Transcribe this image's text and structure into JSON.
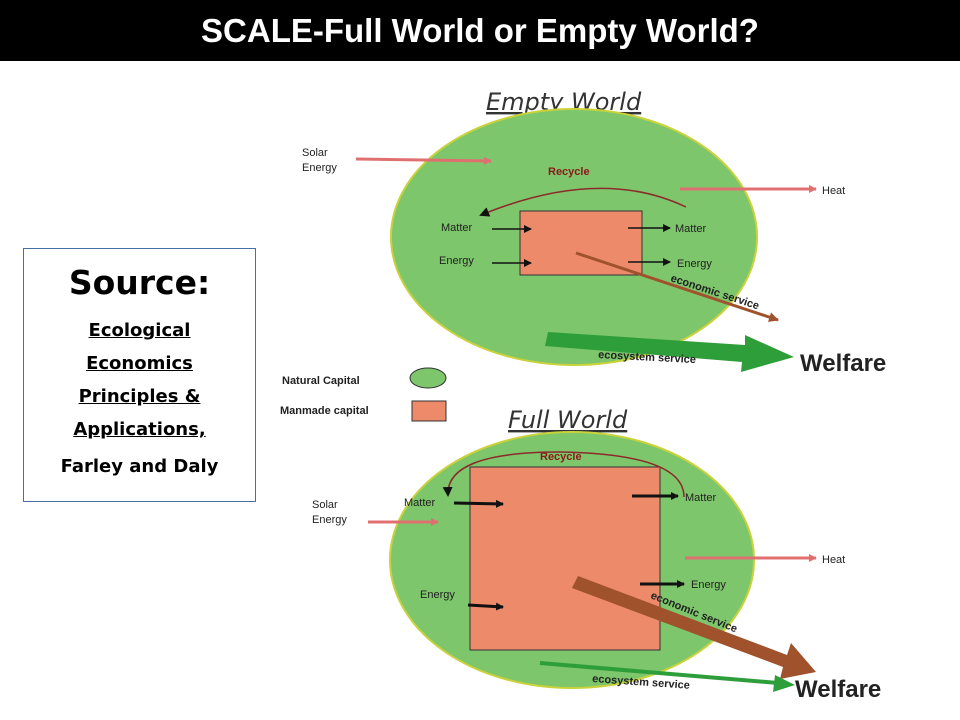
{
  "header": {
    "title": "SCALE-Full World or Empty World?"
  },
  "source": {
    "heading": "Source:",
    "book_lines": [
      "Ecological",
      "Economics",
      "Principles &",
      "Applications,"
    ],
    "authors": "Farley and Daly"
  },
  "empty_world": {
    "title": "Empty World",
    "solar_energy": [
      "Solar",
      "Energy"
    ],
    "recycle": "Recycle",
    "heat": "Heat",
    "matter_in": "Matter",
    "energy_in": "Energy",
    "matter_out": "Matter",
    "energy_out": "Energy",
    "economic_service": "economic service",
    "ecosystem_service": "ecosystem service",
    "welfare": "Welfare"
  },
  "legend": {
    "natural_capital": "Natural Capital",
    "manmade_capital": "Manmade capital"
  },
  "full_world": {
    "title": "Full World",
    "solar_energy": [
      "Solar",
      "Energy"
    ],
    "recycle": "Recycle",
    "heat": "Heat",
    "matter_in": "Matter",
    "energy_in": "Energy",
    "matter_out": "Matter",
    "energy_out": "Energy",
    "economic_service": "economic service",
    "ecosystem_service": "ecosystem service",
    "welfare": "Welfare"
  },
  "colors": {
    "natural_capital_fill": "#7dc66b",
    "manmade_capital_fill": "#ec8a6a",
    "solar_heat_arrow": "#e07070",
    "economic_arrow": "#a0522d",
    "ecosystem_arrow": "#2e9e3a"
  }
}
